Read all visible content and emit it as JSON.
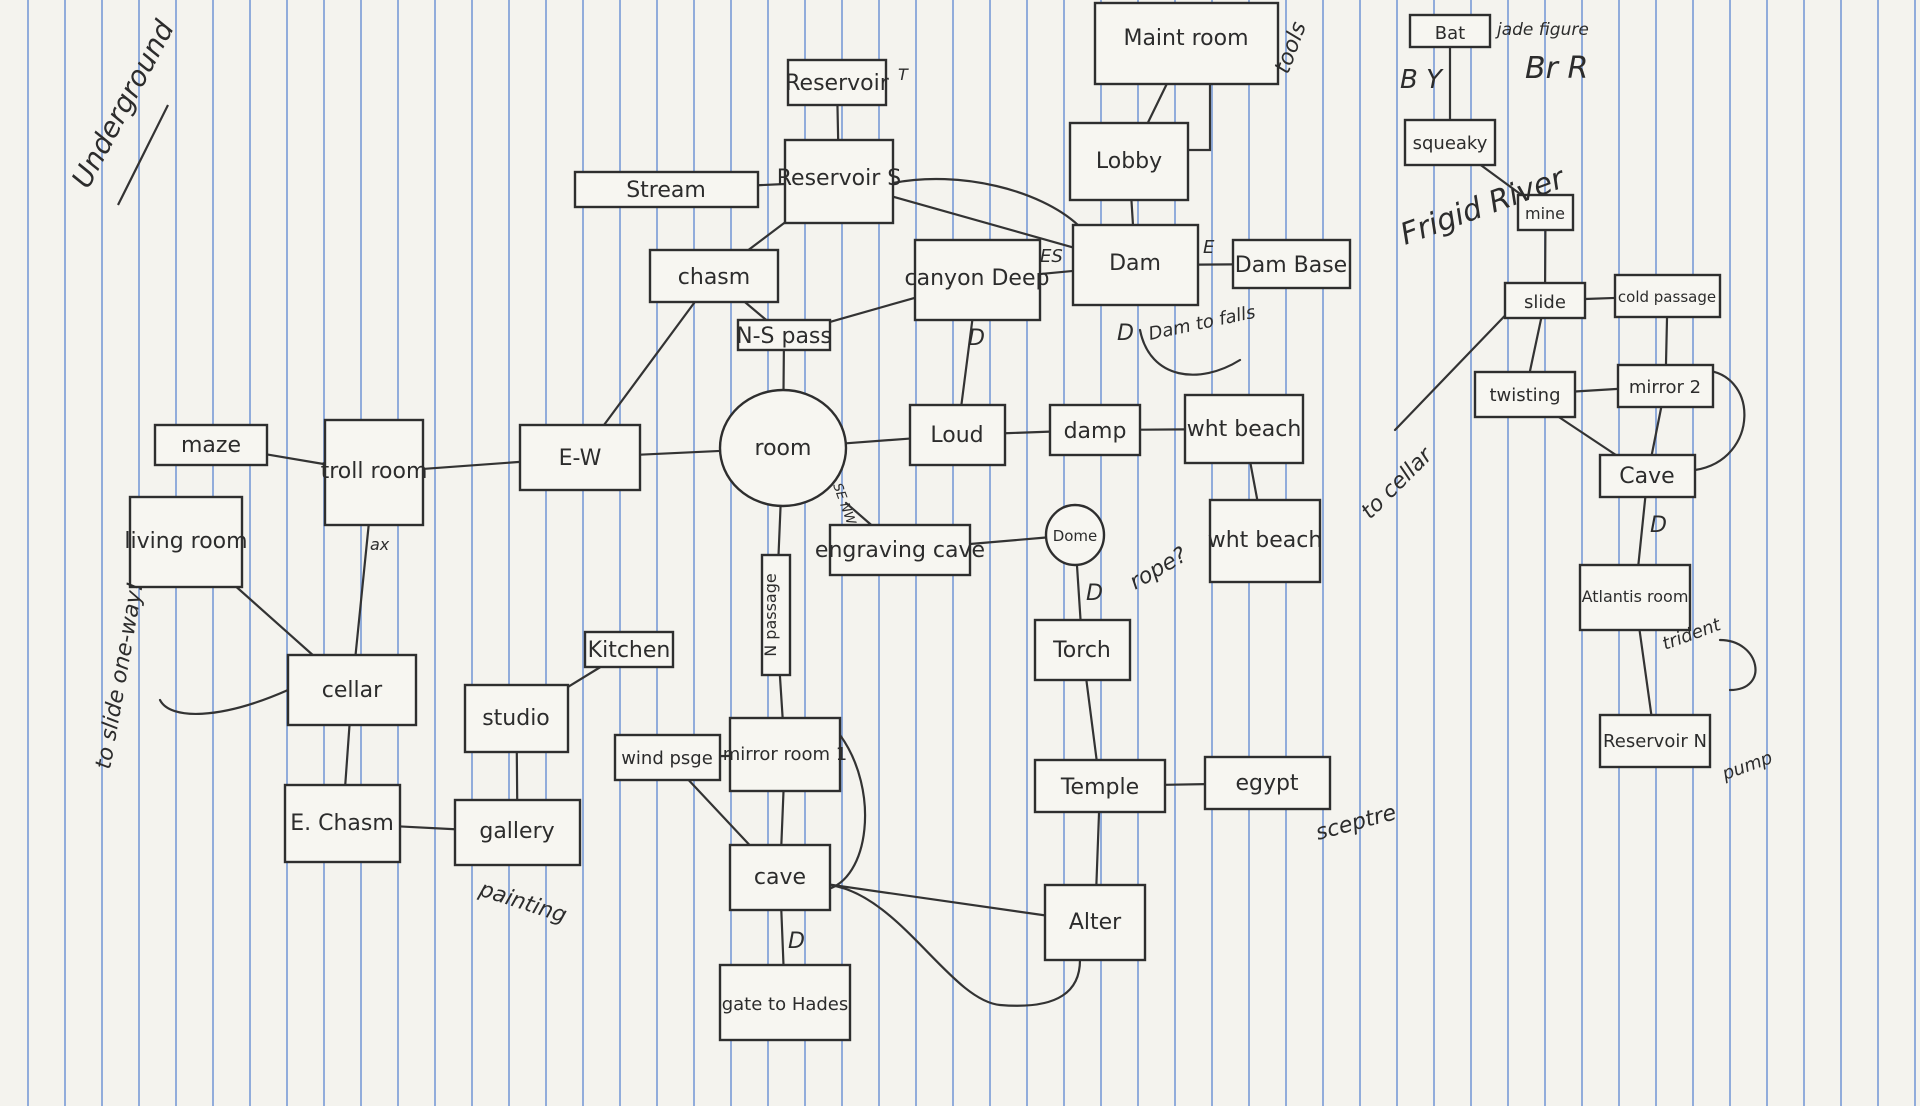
{
  "nodes": [
    {
      "id": "maint",
      "label": "Maint room"
    },
    {
      "id": "lobby",
      "label": "Lobby"
    },
    {
      "id": "dam",
      "label": "Dam"
    },
    {
      "id": "dambase",
      "label": "Dam Base"
    },
    {
      "id": "reservoir_n",
      "label": "Reservoir"
    },
    {
      "id": "reservoir_s",
      "label": "Reservoir S"
    },
    {
      "id": "stream",
      "label": "Stream"
    },
    {
      "id": "chasm",
      "label": "chasm"
    },
    {
      "id": "canyon",
      "label": "canyon Deep"
    },
    {
      "id": "nspass",
      "label": "N-S pass"
    },
    {
      "id": "round",
      "label": "room"
    },
    {
      "id": "loud",
      "label": "Loud"
    },
    {
      "id": "damp",
      "label": "damp"
    },
    {
      "id": "whtbeach1",
      "label": "wht beach"
    },
    {
      "id": "whtbeach2",
      "label": "wht beach"
    },
    {
      "id": "dome",
      "label": "Dome"
    },
    {
      "id": "engraving",
      "label": "engraving cave"
    },
    {
      "id": "maze",
      "label": "maze"
    },
    {
      "id": "troll",
      "label": "troll room"
    },
    {
      "id": "ew",
      "label": "E-W"
    },
    {
      "id": "living",
      "label": "living room"
    },
    {
      "id": "cellar",
      "label": "cellar"
    },
    {
      "id": "echasm",
      "label": "E. Chasm"
    },
    {
      "id": "studio",
      "label": "studio"
    },
    {
      "id": "kitchen",
      "label": "Kitchen"
    },
    {
      "id": "gallery",
      "label": "gallery"
    },
    {
      "id": "npassage",
      "label": "N passage"
    },
    {
      "id": "windpsge",
      "label": "wind psge"
    },
    {
      "id": "mirror1",
      "label": "mirror room 1"
    },
    {
      "id": "cave",
      "label": "cave"
    },
    {
      "id": "hades",
      "label": "gate to Hades"
    },
    {
      "id": "torch",
      "label": "Torch"
    },
    {
      "id": "temple",
      "label": "Temple"
    },
    {
      "id": "egypt",
      "label": "egypt"
    },
    {
      "id": "altar",
      "label": "Alter"
    },
    {
      "id": "bat",
      "label": "Bat"
    },
    {
      "id": "squeaky",
      "label": "squeaky"
    },
    {
      "id": "mine",
      "label": "mine"
    },
    {
      "id": "slide",
      "label": "slide"
    },
    {
      "id": "cold",
      "label": "cold passage"
    },
    {
      "id": "twisting",
      "label": "twisting"
    },
    {
      "id": "mirror2",
      "label": "mirror 2"
    },
    {
      "id": "cave2",
      "label": "Cave"
    },
    {
      "id": "atlantis",
      "label": "Atlantis room"
    },
    {
      "id": "reservoir2",
      "label": "Reservoir N"
    }
  ],
  "edges": [
    [
      "maint",
      "lobby"
    ],
    [
      "lobby",
      "dam"
    ],
    [
      "dam",
      "dambase"
    ],
    [
      "reservoir_n",
      "reservoir_s"
    ],
    [
      "reservoir_s",
      "stream"
    ],
    [
      "reservoir_s",
      "chasm"
    ],
    [
      "reservoir_s",
      "dam"
    ],
    [
      "canyon",
      "dam"
    ],
    [
      "chasm",
      "nspass"
    ],
    [
      "chasm",
      "ew"
    ],
    [
      "nspass",
      "round"
    ],
    [
      "nspass",
      "canyon"
    ],
    [
      "canyon",
      "loud"
    ],
    [
      "round",
      "loud"
    ],
    [
      "loud",
      "damp"
    ],
    [
      "damp",
      "whtbeach1"
    ],
    [
      "whtbeach1",
      "whtbeach2"
    ],
    [
      "round",
      "engraving"
    ],
    [
      "engraving",
      "dome"
    ],
    [
      "dome",
      "torch"
    ],
    [
      "torch",
      "temple"
    ],
    [
      "temple",
      "egypt"
    ],
    [
      "temple",
      "altar"
    ],
    [
      "maze",
      "troll"
    ],
    [
      "troll",
      "ew"
    ],
    [
      "ew",
      "round"
    ],
    [
      "troll",
      "cellar"
    ],
    [
      "living",
      "cellar"
    ],
    [
      "cellar",
      "echasm"
    ],
    [
      "echasm",
      "gallery"
    ],
    [
      "gallery",
      "studio"
    ],
    [
      "studio",
      "kitchen"
    ],
    [
      "round",
      "npassage"
    ],
    [
      "npassage",
      "mirror1"
    ],
    [
      "windpsge",
      "mirror1"
    ],
    [
      "windpsge",
      "cave"
    ],
    [
      "mirror1",
      "cave"
    ],
    [
      "cave",
      "hades"
    ],
    [
      "cave",
      "altar"
    ],
    [
      "bat",
      "squeaky"
    ],
    [
      "squeaky",
      "mine"
    ],
    [
      "mine",
      "slide"
    ],
    [
      "slide",
      "cold"
    ],
    [
      "slide",
      "twisting"
    ],
    [
      "twisting",
      "mirror2"
    ],
    [
      "cold",
      "mirror2"
    ],
    [
      "twisting",
      "cave2"
    ],
    [
      "mirror2",
      "cave2"
    ],
    [
      "cave2",
      "atlantis"
    ],
    [
      "atlantis",
      "reservoir2"
    ]
  ],
  "notes": {
    "corner": "Underground",
    "tools": "tools",
    "jade": "jade figure",
    "keys_left": "B Y",
    "keys_right": "Br R",
    "frigid": "Frigid River",
    "to_cellar": "to cellar",
    "to_slide": "to slide one-way!",
    "painting": "painting",
    "sceptre": "sceptre",
    "pump": "pump",
    "trident": "trident",
    "rope": "rope?",
    "d1": "D",
    "d2": "D",
    "d3": "D",
    "d4": "D",
    "d5": "D",
    "e1": "E",
    "es": "ES",
    "se": "SE NW",
    "t1": "T",
    "dam_to_falls": "Dam to falls",
    "ax": "ax"
  }
}
